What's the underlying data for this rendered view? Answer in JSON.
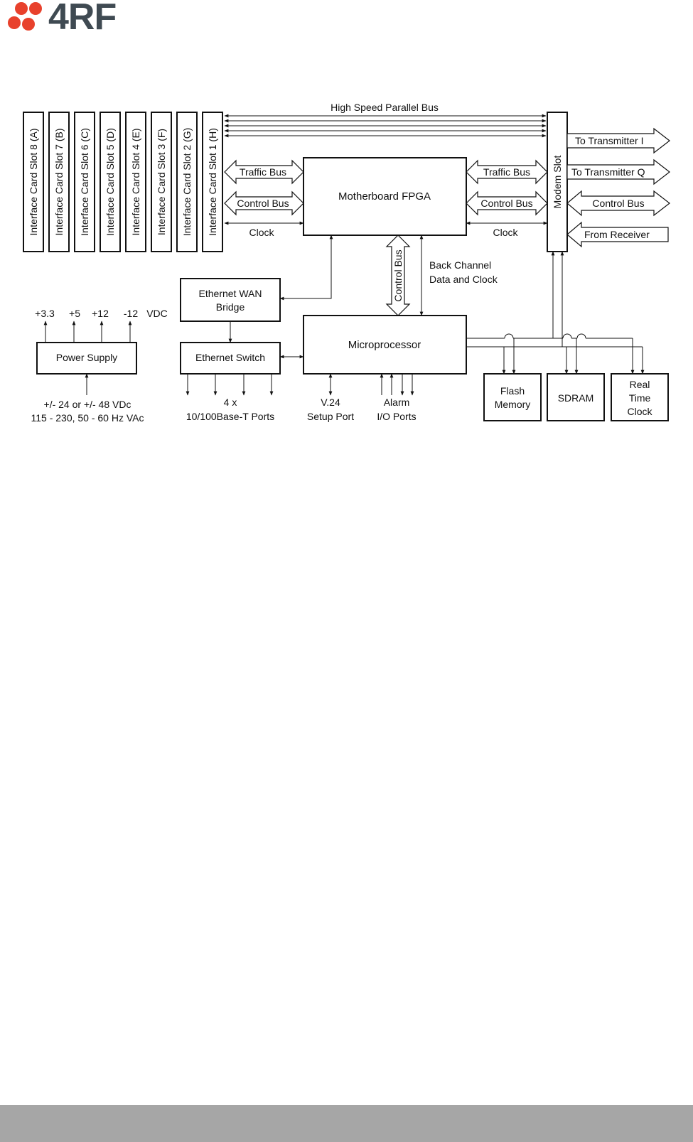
{
  "brand": {
    "name": "4RF",
    "accent": "#e8412c",
    "text_color": "#3f4a52"
  },
  "diagram": {
    "bus_label": "High Speed Parallel Bus",
    "slots": [
      "Interface Card Slot 8 (A)",
      "Interface Card Slot 7 (B)",
      "Interface Card Slot 6 (C)",
      "Interface Card Slot 5 (D)",
      "Interface Card Slot 4 (E)",
      "Interface Card Slot 3 (F)",
      "Interface Card Slot 2 (G)",
      "Interface Card Slot 1 (H)"
    ],
    "fpga": "Motherboard FPGA",
    "modem_slot": "Modem Slot",
    "left_traffic": "Traffic Bus",
    "left_control": "Control Bus",
    "left_clock": "Clock",
    "right_traffic": "Traffic Bus",
    "right_control": "Control Bus",
    "right_clock": "Clock",
    "tx_i": "To Transmitter I",
    "tx_q": "To Transmitter Q",
    "modem_control": "Control Bus",
    "from_receiver": "From Receiver",
    "vertical_control": "Control Bus",
    "back_channel_1": "Back Channel",
    "back_channel_2": "Data and Clock",
    "eth_wan_1": "Ethernet WAN",
    "eth_wan_2": "Bridge",
    "eth_switch": "Ethernet Switch",
    "microprocessor": "Microprocessor",
    "power_supply": "Power Supply",
    "voltages": [
      "+3.3",
      "+5",
      "+12",
      "-12"
    ],
    "vdc": "VDC",
    "power_in_1": "+/- 24 or +/- 48 VDc",
    "power_in_2": "115 - 230, 50 - 60 Hz VAc",
    "ports_1": "4 x",
    "ports_2": "10/100Base-T Ports",
    "v24_1": "V.24",
    "v24_2": "Setup Port",
    "alarm_1": "Alarm",
    "alarm_2": "I/O Ports",
    "flash_1": "Flash",
    "flash_2": "Memory",
    "sdram": "SDRAM",
    "rtc_1": "Real",
    "rtc_2": "Time",
    "rtc_3": "Clock"
  }
}
